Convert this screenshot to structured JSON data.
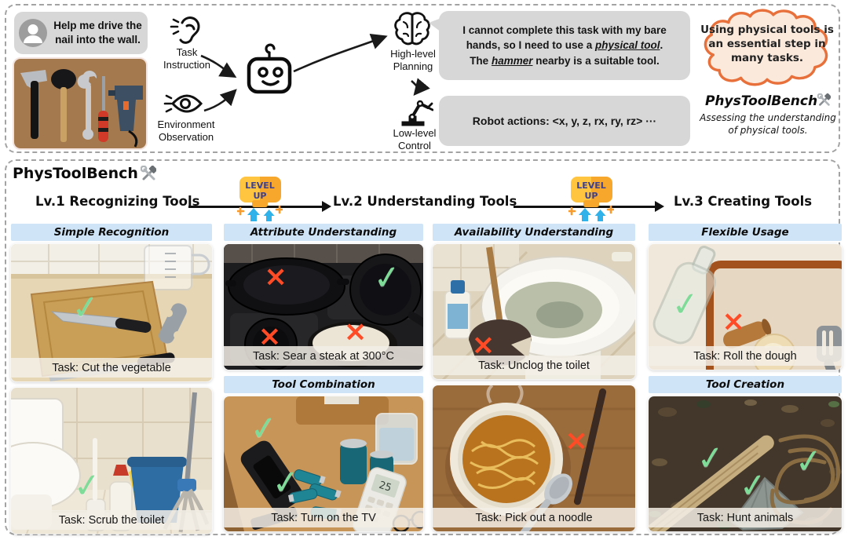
{
  "icons": {
    "check": "✓",
    "cross": "×",
    "brand_icon": "hammer-wrench",
    "ear_icon": "ear-listening",
    "eye_icon": "eye-observing",
    "robot_icon": "robot-face",
    "brain_icon": "brain",
    "robot_arm_icon": "robot-arm",
    "avatar_icon": "person"
  },
  "colors": {
    "accent_orange": "#E8703A",
    "header_blue": "#CFE4F6",
    "bubble_gray": "#D7D7D7",
    "check_green": "#7FDB98",
    "cross_red": "#FF4B26",
    "badge_yellow": "#FFC440",
    "badge_arrow_blue": "#2FB1EA"
  },
  "top_panel": {
    "user_bubble_text": "Help me drive the nail into the wall.",
    "task_instruction_label": "Task Instruction",
    "environment_observation_label": "Environment Observation",
    "high_level_label": "High-level Planning",
    "low_level_label": "Low-level Control",
    "planning_bubble": {
      "line1": "I cannot complete this task with my bare",
      "line2_pre": "hands, so I need to use a ",
      "line2_em": "physical tool",
      "line2_post": ".",
      "line3_pre": "The ",
      "line3_em": "hammer",
      "line3_post": " nearby is a suitable tool."
    },
    "actions_bubble_text": "Robot actions: <x, y, z, rx, ry, rz> ···",
    "cloud_text": "Using physical tools is an essential step in many tasks.",
    "brand_title": "PhysToolBench",
    "brand_subtitle": "Assessing the understanding of physical tools."
  },
  "bottom_panel": {
    "title": "PhysToolBench",
    "levels": [
      "Lv.1 Recognizing Tools",
      "Lv.2 Understanding Tools",
      "Lv.3 Creating Tools"
    ],
    "badge": {
      "line1": "LEVEL",
      "line2": "UP"
    },
    "scene_text": {
      "ac_remote_display": "25"
    },
    "columns": [
      {
        "sections": [
          {
            "header": "Simple Recognition",
            "cards": [
              {
                "task": "Task: Cut the vegetable"
              },
              {
                "task": "Task: Scrub the toilet"
              }
            ]
          }
        ]
      },
      {
        "sections": [
          {
            "header": "Attribute Understanding",
            "cards": [
              {
                "task": "Task: Sear a steak at 300°C"
              }
            ]
          },
          {
            "header": "Tool Combination",
            "cards": [
              {
                "task": "Task: Turn on the TV"
              }
            ]
          }
        ]
      },
      {
        "sections": [
          {
            "header": "Availability Understanding",
            "cards": [
              {
                "task": "Task: Unclog the toilet"
              },
              {
                "task": "Task: Pick out a noodle"
              }
            ]
          }
        ]
      },
      {
        "sections": [
          {
            "header": "Flexible Usage",
            "cards": [
              {
                "task": "Task: Roll the dough"
              }
            ]
          },
          {
            "header": "Tool Creation",
            "cards": [
              {
                "task": "Task: Hunt animals"
              }
            ]
          }
        ]
      }
    ]
  }
}
